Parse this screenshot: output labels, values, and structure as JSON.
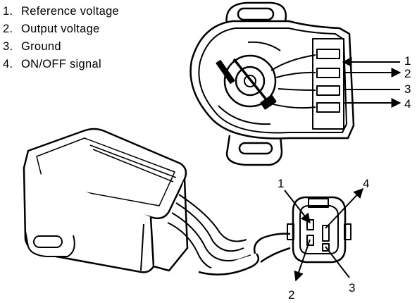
{
  "legend": [
    {
      "number": "1.",
      "label": "Reference voltage"
    },
    {
      "number": "2.",
      "label": "Output voltage"
    },
    {
      "number": "3.",
      "label": "Ground"
    },
    {
      "number": "4.",
      "label": "ON/OFF signal"
    }
  ],
  "sensor_terminals": [
    "1",
    "2",
    "3",
    "4"
  ],
  "connector_pins": {
    "top_left": "1",
    "top_right": "4",
    "bottom_left": "2",
    "bottom_right": "3"
  }
}
